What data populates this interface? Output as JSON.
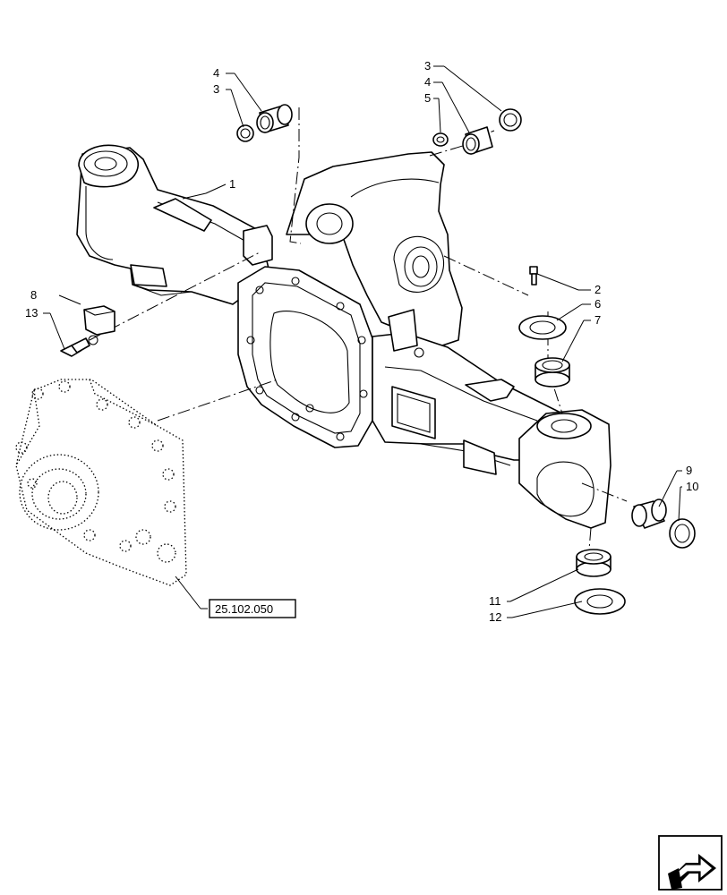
{
  "callouts": {
    "c1": "1",
    "c2": "2",
    "c3_top": "3",
    "c3_left": "3",
    "c4_top": "4",
    "c4_left": "4",
    "c5": "5",
    "c6": "6",
    "c7": "7",
    "c8": "8",
    "c9": "9",
    "c10": "10",
    "c11": "11",
    "c12": "12",
    "c13": "13"
  },
  "reference": {
    "label": "25.102.050"
  },
  "icons": {
    "nav": "next-page-arrow-icon"
  }
}
